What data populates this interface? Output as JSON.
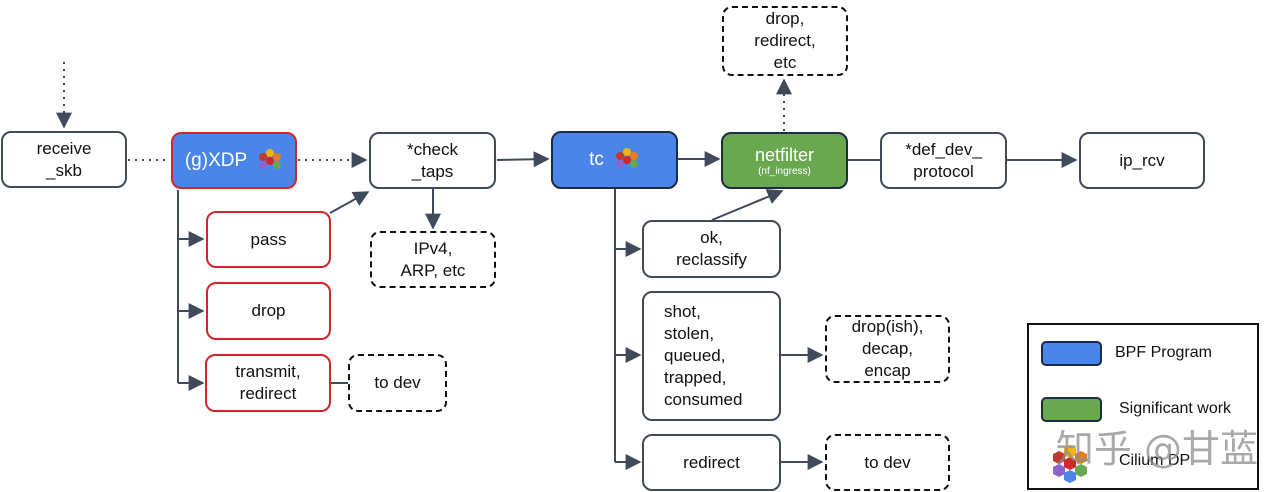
{
  "nodes": {
    "receive_skb": "receive\n_skb",
    "gxdp": "(g)XDP",
    "check_taps": "*check\n_taps",
    "tc": "tc",
    "netfilter": "netfilter",
    "netfilter_sub": "(nf_ingress)",
    "def_dev_protocol": "*def_dev_\nprotocol",
    "ip_rcv": "ip_rcv",
    "nf_actions": "drop,\nredirect,\netc",
    "pass": "pass",
    "drop": "drop",
    "transmit_redirect": "transmit,\nredirect",
    "to_dev_xdp": "to dev",
    "ipv4_arp": "IPv4,\nARP, etc",
    "ok_reclassify": "ok,\nreclassify",
    "shot_group": "shot,\nstolen,\nqueued,\ntrapped,\nconsumed",
    "drop_decap": "drop(ish),\ndecap,\nencap",
    "tc_redirect": "redirect",
    "to_dev_tc": "to dev"
  },
  "legend": {
    "bpf_program": "BPF Program",
    "significant_work": "Significant work",
    "cilium_dp": "Cilium DP"
  },
  "colors": {
    "bpf_blue": "#4a86e8",
    "work_green": "#6aa84f",
    "xdp_border_red": "#d0272c"
  },
  "watermark": "知乎 @甘蓝"
}
